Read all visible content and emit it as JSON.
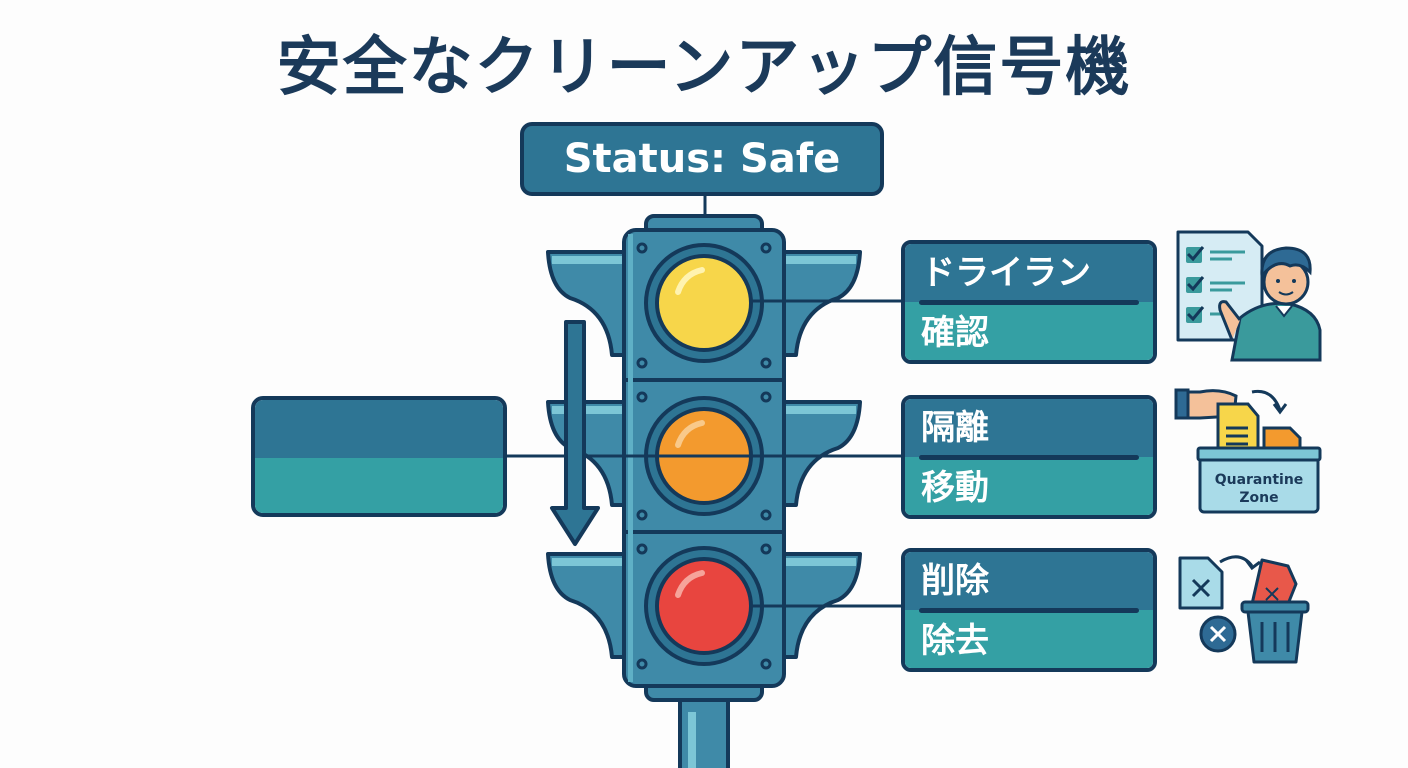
{
  "title": "安全なクリーンアップ信号機",
  "status_badge": {
    "label": "Status: Safe"
  },
  "traffic_light": {
    "lights": [
      {
        "color": "yellow",
        "hex": "#f7d64a"
      },
      {
        "color": "orange",
        "hex": "#f39a2e"
      },
      {
        "color": "red",
        "hex": "#e8453f"
      }
    ],
    "body_color": "#3f8aa8",
    "outline_color": "#14395a"
  },
  "stages": [
    {
      "top_label": "ドライラン",
      "bottom_label": "確認",
      "illustration": "checklist-person-icon"
    },
    {
      "top_label": "隔離",
      "bottom_label": "移動",
      "illustration": "quarantine-box-icon",
      "illustration_text": [
        "Quarantine",
        "Zone"
      ]
    },
    {
      "top_label": "削除",
      "bottom_label": "除去",
      "illustration": "trash-delete-icon"
    }
  ],
  "left_box": {
    "top_label": "",
    "bottom_label": ""
  },
  "colors": {
    "header_blue": "#2e7594",
    "teal": "#34a0a4",
    "dark_navy": "#14395a",
    "title_navy": "#1b3a5a"
  }
}
